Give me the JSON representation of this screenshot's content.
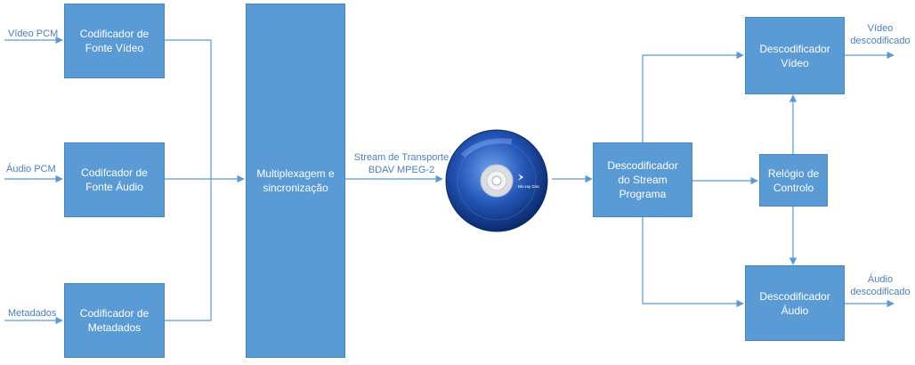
{
  "inputs": {
    "video_pcm": "Vídeo PCM",
    "audio_pcm": "Áudio PCM",
    "metadata": "Metadados"
  },
  "encoders": {
    "video": [
      "Codificador de",
      "Fonte Vídeo"
    ],
    "audio": [
      "Codifcador de",
      "Fonte Áudio"
    ],
    "metadata": [
      "Codificador de",
      "Metadados"
    ]
  },
  "mux": [
    "Multiplexagem e",
    "sincronização"
  ],
  "stream_label": [
    "Stream de Transporte",
    "BDAV MPEG-2"
  ],
  "disc": {
    "logo_text": "Blu-ray Disc"
  },
  "program_decoder": [
    "Descodificador",
    "do Stream",
    "Programa"
  ],
  "clock": [
    "Relógio de",
    "Controlo"
  ],
  "video_decoder": [
    "Descodificador",
    "Vídeo"
  ],
  "audio_decoder": [
    "Descodificador",
    "Áudio"
  ],
  "outputs": {
    "video": [
      "Vídeo",
      "descodificado"
    ],
    "audio": [
      "Áudio",
      "descodificado"
    ]
  },
  "colors": {
    "box": "#5b9bd5",
    "line": "#5b9bd5",
    "label": "#4a7fc0",
    "disc_dark": "#0b2a6a",
    "disc_light": "#3f7be0"
  }
}
